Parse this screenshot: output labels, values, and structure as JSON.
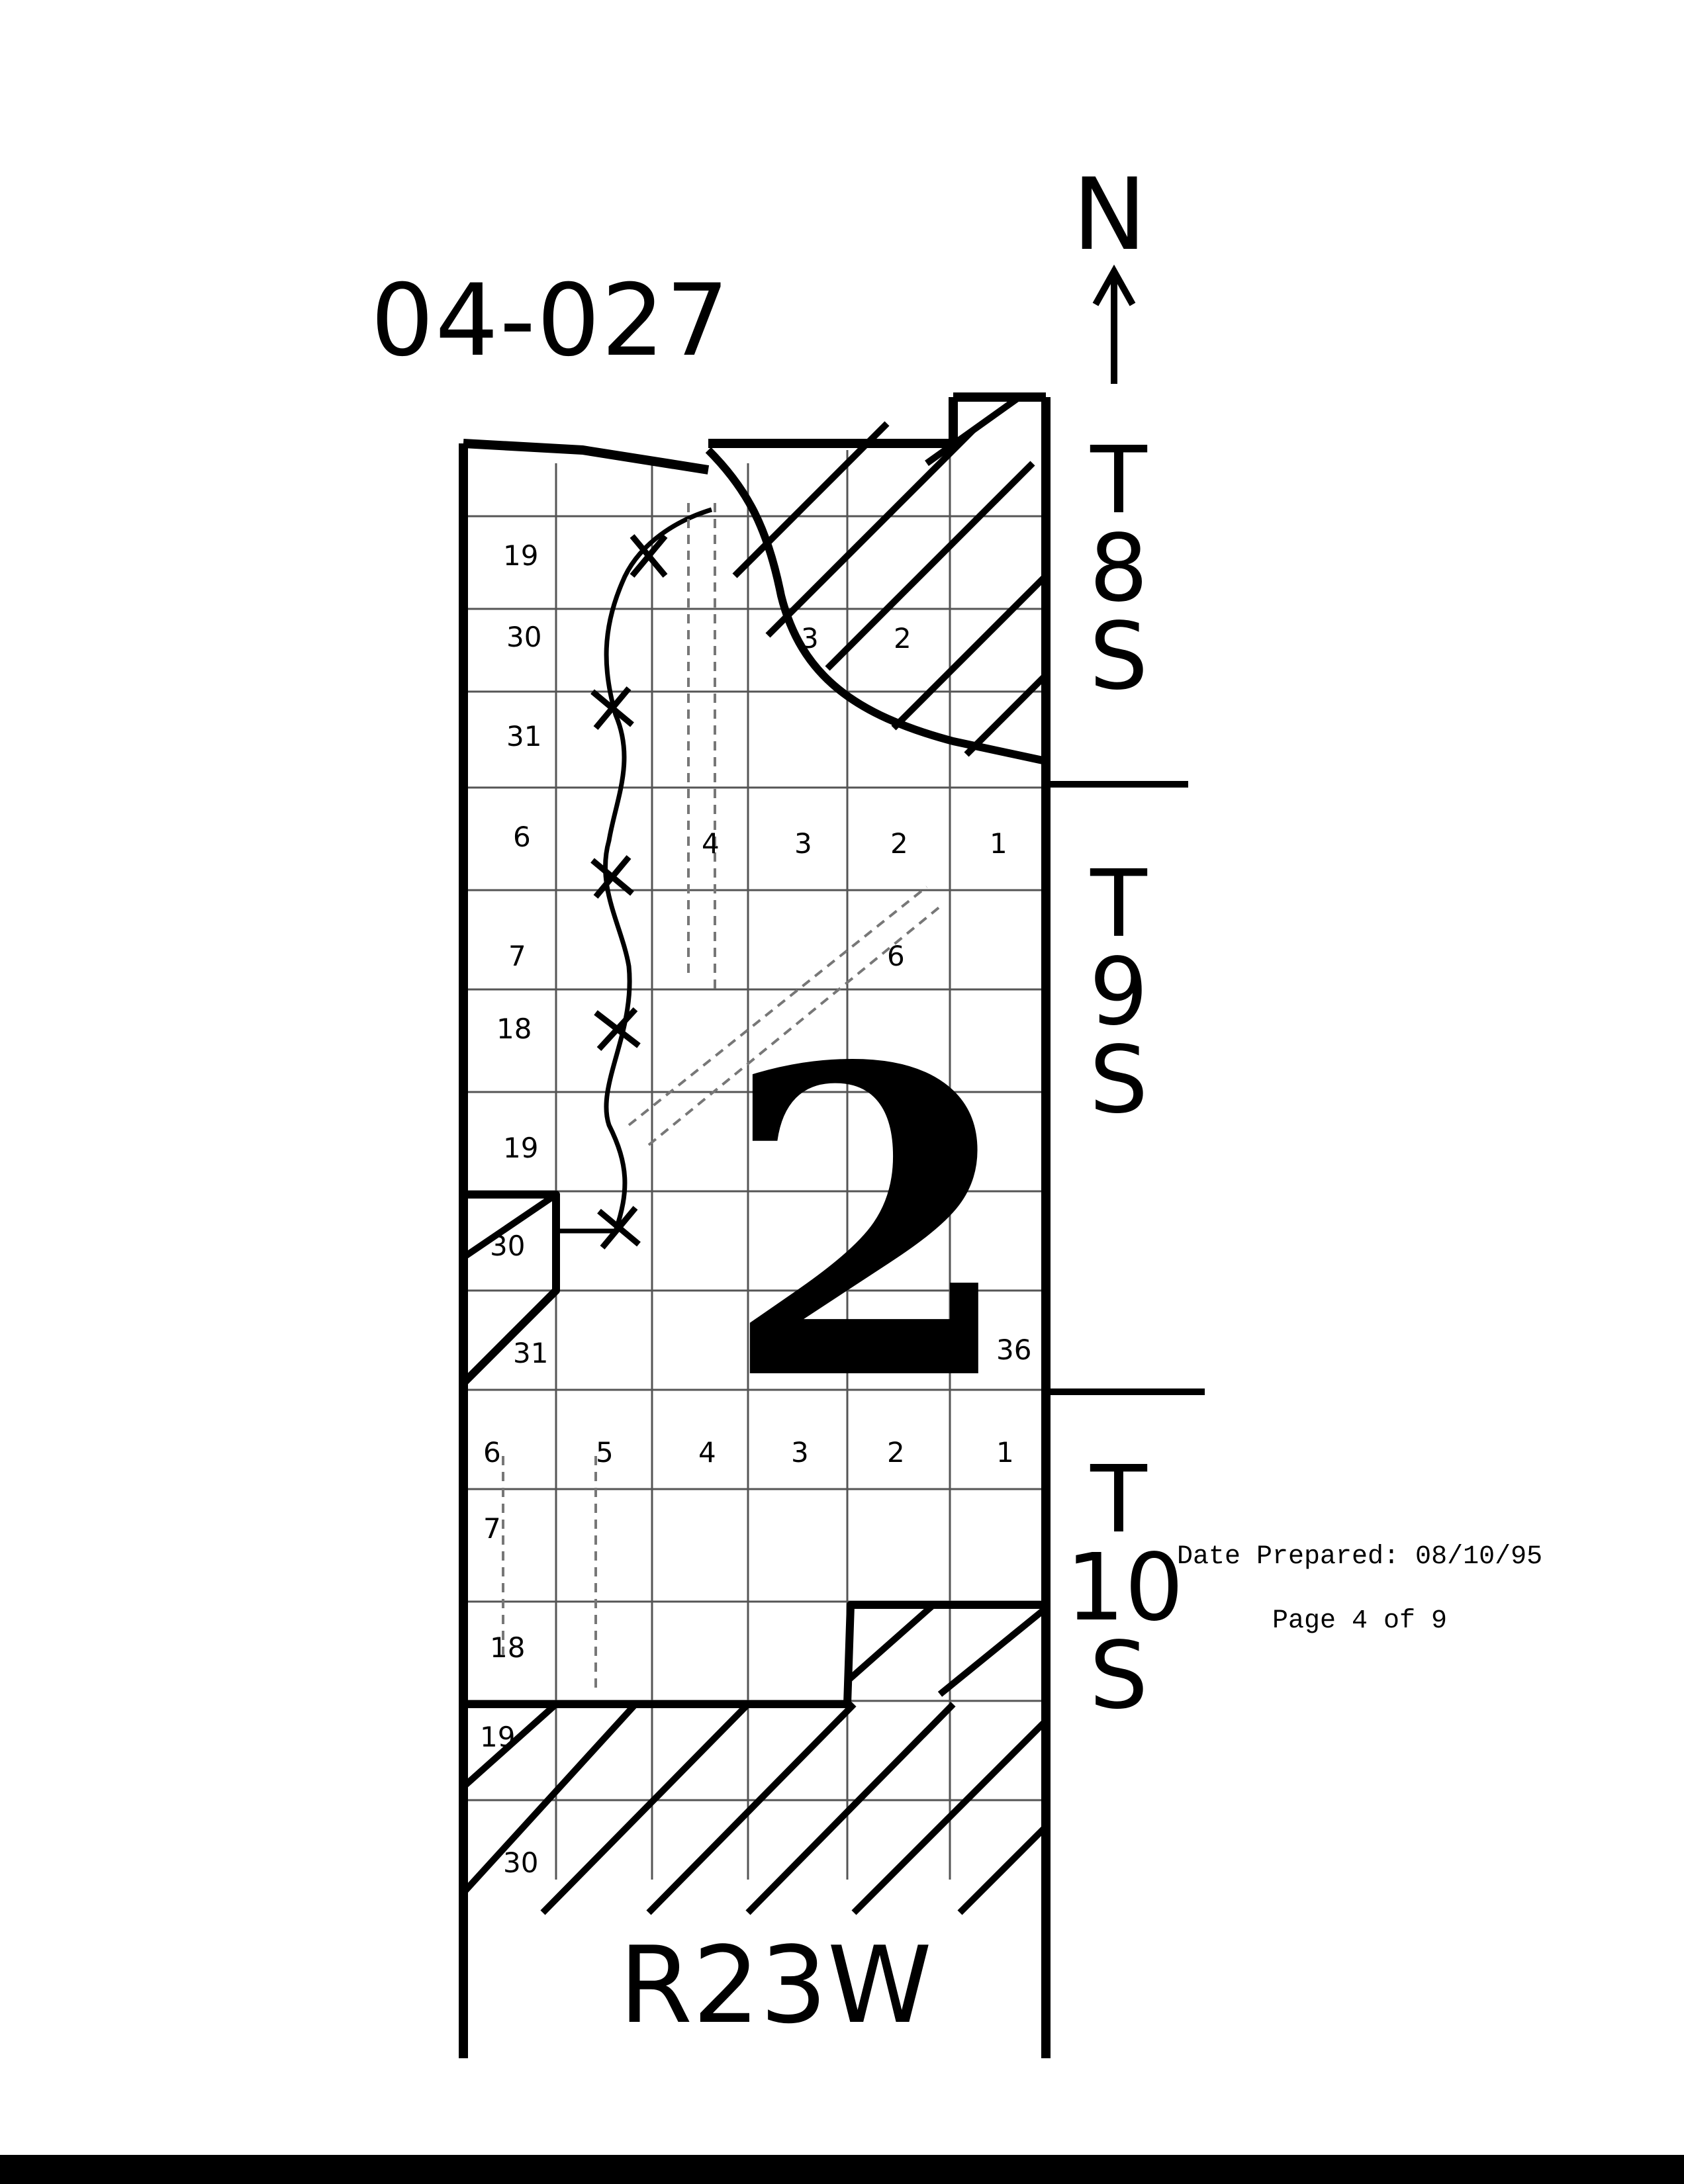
{
  "map": {
    "id_label": "04-027",
    "range_label": "R23W",
    "zone_number": "2",
    "north_label": "N",
    "townships": [
      {
        "t": "T",
        "n": "8",
        "s": "S"
      },
      {
        "t": "T",
        "n": "9",
        "s": "S"
      },
      {
        "t": "T",
        "n": "10",
        "s": "S"
      }
    ],
    "sections": [
      "19",
      "30",
      "31",
      "6",
      "7",
      "18",
      "19",
      "30",
      "31",
      "4",
      "3",
      "2",
      "1",
      "6",
      "5",
      "4",
      "3",
      "2",
      "1",
      "7",
      "18",
      "19",
      "30",
      "2",
      "3",
      "6",
      "36"
    ]
  },
  "footer": {
    "date_prepared": "Date Prepared: 08/10/95",
    "page_info": "Page 4 of 9"
  },
  "colors": {
    "ink": "#000000",
    "paper": "#ffffff",
    "grid": "#555555"
  }
}
